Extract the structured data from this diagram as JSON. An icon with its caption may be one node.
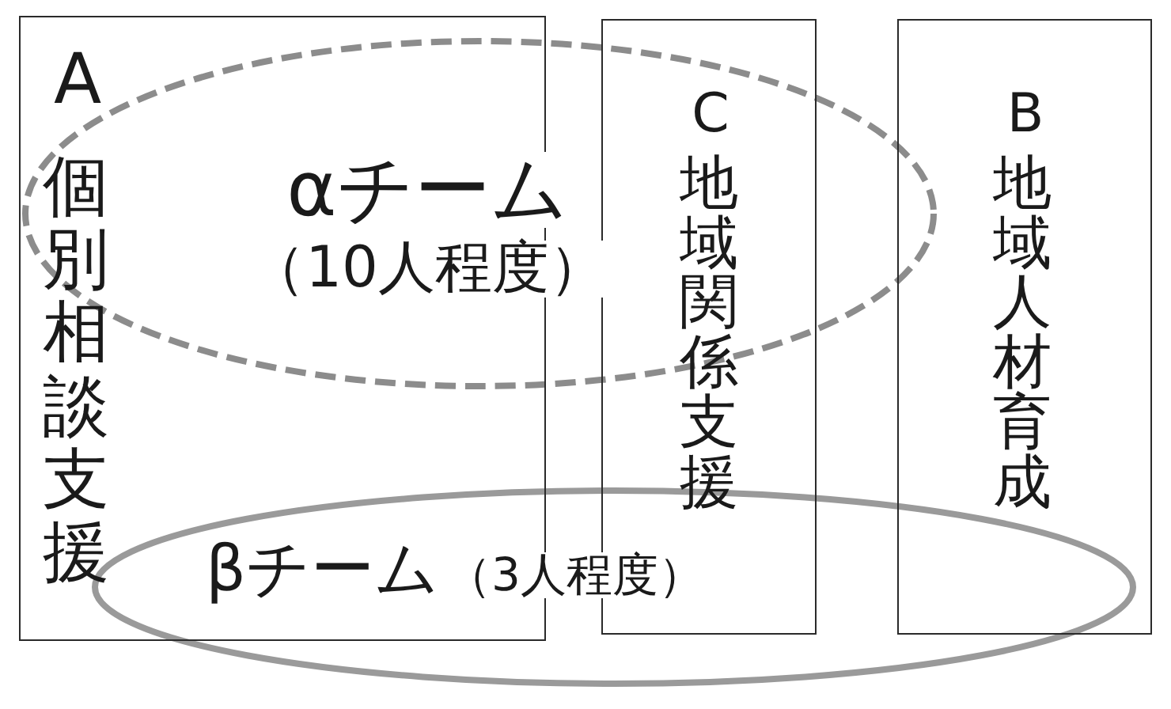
{
  "diagram": {
    "nodes": [
      {
        "text": [
          "A",
          "個別相談支援"
        ]
      },
      {
        "text": [
          "αチーム",
          "（10人程度）"
        ]
      },
      {
        "text": [
          "C",
          "地域関係支援"
        ]
      },
      {
        "text": [
          "B",
          "地域人材育成"
        ]
      },
      {
        "text": [
          "βチーム",
          "（3人程度）"
        ]
      }
    ]
  }
}
